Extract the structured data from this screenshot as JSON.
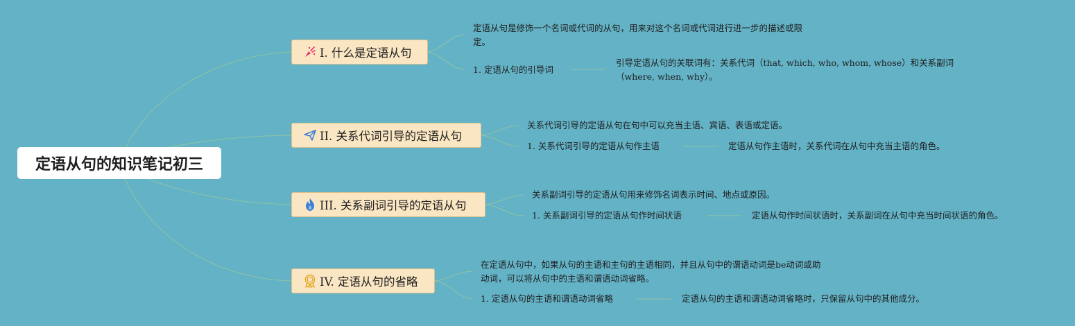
{
  "root": {
    "title": "定语从句的知识笔记初三"
  },
  "branches": [
    {
      "icon": "party-popper-icon",
      "title": "I. 什么是定语从句",
      "description": "定语从句是修饰一个名词或代词的从句，用来对这个名词或代词进行进一步的描述或限定。",
      "sub_label": "1. 定语从句的引导词",
      "sub_detail": "引导定语从句的关联词有：关系代词（that, which, who, whom, whose）和关系副词（where, when, why）。"
    },
    {
      "icon": "paper-plane-icon",
      "title": "II. 关系代词引导的定语从句",
      "description": "关系代词引导的定语从句在句中可以充当主语、宾语、表语或定语。",
      "sub_label": "1. 关系代词引导的定语从句作主语",
      "sub_detail": "定语从句作主语时，关系代词在从句中充当主语的角色。"
    },
    {
      "icon": "fire-icon",
      "title": "III. 关系副词引导的定语从句",
      "description": "关系副词引导的定语从句用来修饰名词表示时间、地点或原因。",
      "sub_label": "1. 关系副词引导的定语从句作时间状语",
      "sub_detail": "定语从句作时间状语时，关系副词在从句中充当时间状语的角色。"
    },
    {
      "icon": "award-medal-icon",
      "title": "IV. 定语从句的省略",
      "description": "在定语从句中，如果从句的主语和主句的主语相同，并且从句中的谓语动词是be动词或助动词，可以将从句中的主语和谓语动词省略。",
      "sub_label": "1. 定语从句的主语和谓语动词省略",
      "sub_detail": "定语从句的主语和谓语动词省略时，只保留从句中的其他成分。"
    }
  ],
  "colors": {
    "background": "#64b2c6",
    "root_fill": "#ffffff",
    "node_fill": "#fae6c2",
    "node_border": "#d9bf8d",
    "connector": "#8fc4a4",
    "icon_pink": "#e8336b",
    "icon_blue": "#3f7fd6",
    "icon_gold": "#e3a927"
  }
}
